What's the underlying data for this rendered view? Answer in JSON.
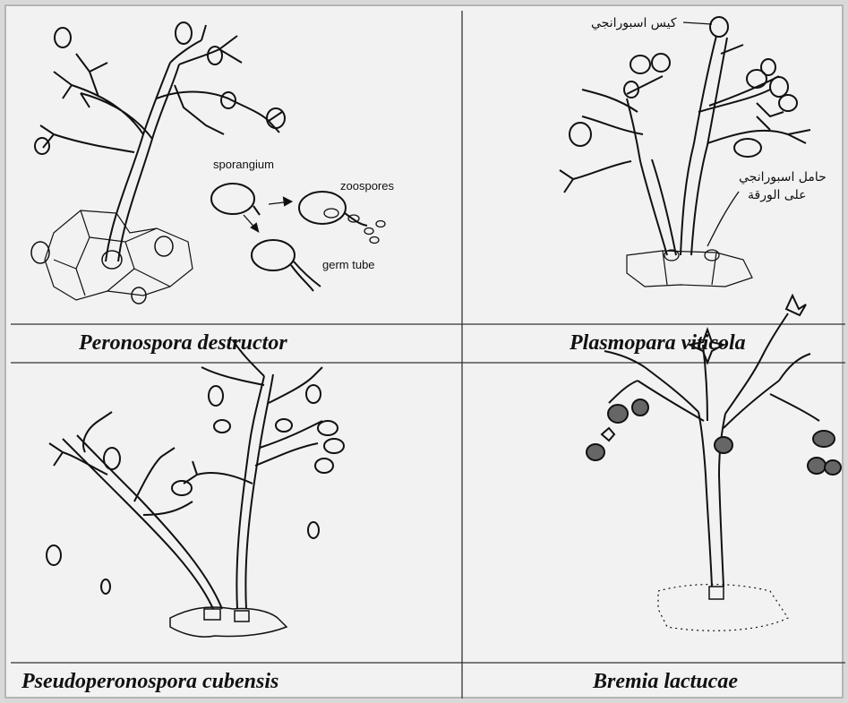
{
  "captions": {
    "top_left": "Peronospora destructor",
    "top_right": "Plasmopara viticola",
    "bottom_left": "Pseudoperonospora cubensis",
    "bottom_right": "Bremia lactucae"
  },
  "labels": {
    "sporangium": "sporangium",
    "zoospores": "zoospores",
    "germ_tube": "germ tube",
    "sporangium_ar": "كيس اسبورانجي",
    "sporangiophore_ar_line1": "حامل اسبورانجي",
    "sporangiophore_ar_line2": "على الورقة"
  }
}
